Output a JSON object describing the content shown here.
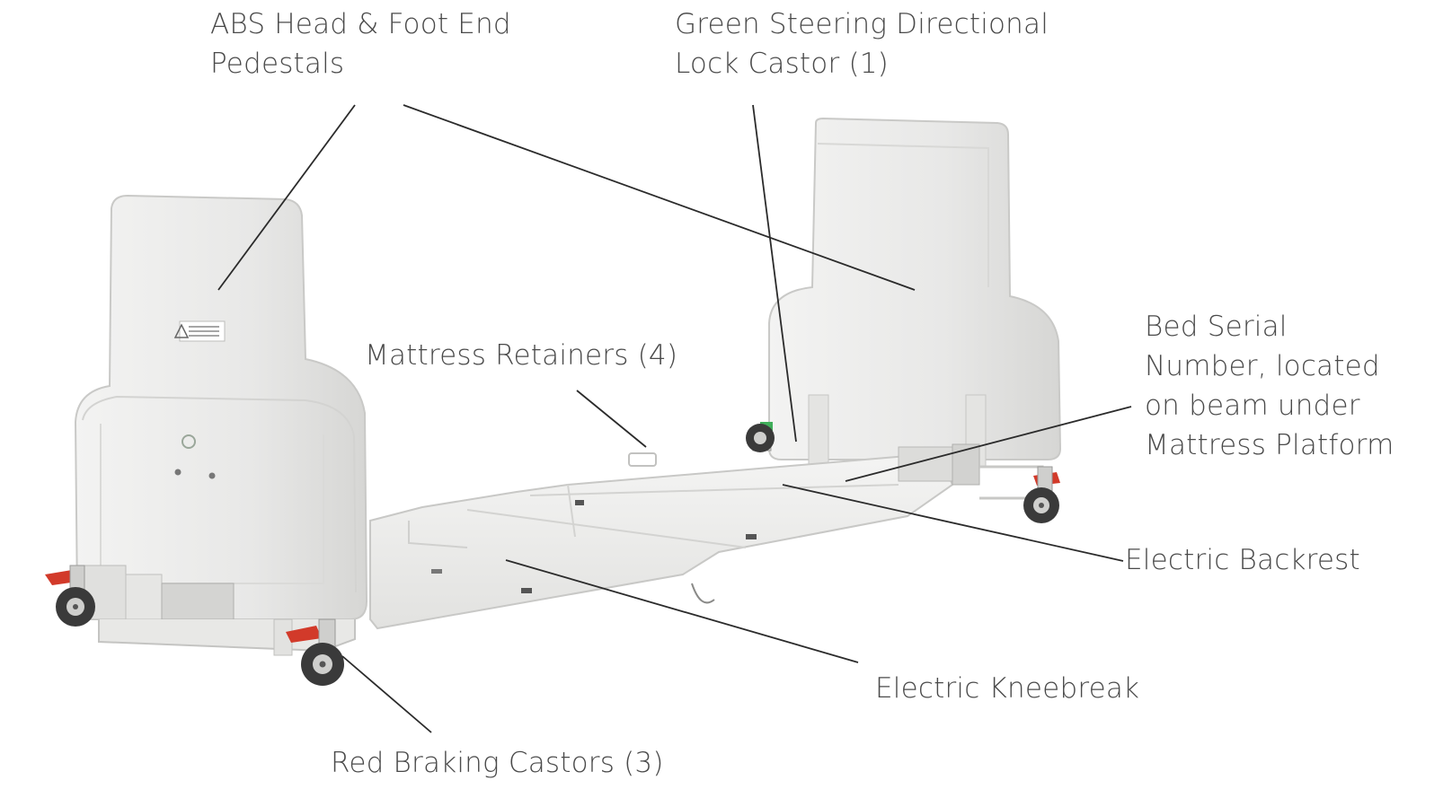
{
  "diagram": {
    "subject": "bed frame",
    "labels": {
      "pedestals": [
        "ABS Head & Foot End",
        "Pedestals"
      ],
      "steering_castor": [
        "Green Steering Directional",
        "Lock Castor (1)"
      ],
      "serial_number": [
        "Bed Serial",
        "Number, located",
        "on beam under",
        "Mattress Platform"
      ],
      "mattress_retainers": "Mattress Retainers (4)",
      "electric_backrest": "Electric Backrest",
      "electric_kneebreak": "Electric Kneebreak",
      "braking_castors": "Red Braking Castors (3)"
    },
    "colors": {
      "text": "#4a4a4a",
      "leader_line": "#2b2b2b",
      "bed_body": "#ececeb",
      "bed_shadow": "#cfcfcd",
      "brake_red": "#d23a2a",
      "steer_green": "#3fae5a",
      "wheel": "#3a3a3a"
    }
  }
}
